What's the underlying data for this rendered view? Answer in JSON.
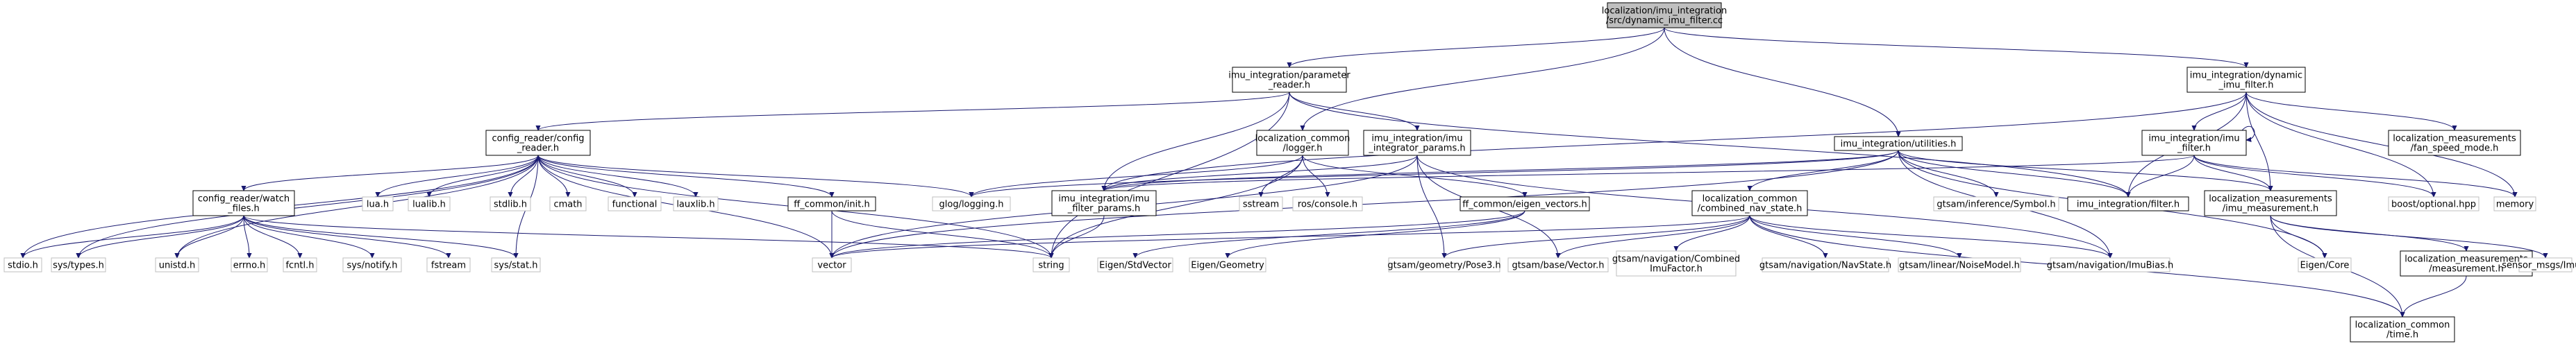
{
  "diagram": {
    "nodes": [
      {
        "id": "root",
        "lines": [
          "localization/imu_integration",
          "/src/dynamic_imu_filter.cc"
        ],
        "style": "grey"
      },
      {
        "id": "param_reader",
        "lines": [
          "imu_integration/parameter",
          "_reader.h"
        ],
        "style": "white"
      },
      {
        "id": "dyn_filter",
        "lines": [
          "imu_integration/dynamic",
          "_imu_filter.h"
        ],
        "style": "white"
      },
      {
        "id": "config_reader",
        "lines": [
          "config_reader/config",
          "_reader.h"
        ],
        "style": "white"
      },
      {
        "id": "logger",
        "lines": [
          "localization_common",
          "/logger.h"
        ],
        "style": "white"
      },
      {
        "id": "integrator_params",
        "lines": [
          "imu_integration/imu",
          "_integrator_params.h"
        ],
        "style": "white"
      },
      {
        "id": "utilities",
        "lines": [
          "imu_integration/utilities.h"
        ],
        "style": "white"
      },
      {
        "id": "imu_filter",
        "lines": [
          "imu_integration/imu",
          "_filter.h"
        ],
        "style": "white"
      },
      {
        "id": "fan_speed",
        "lines": [
          "localization_measurements",
          "/fan_speed_mode.h"
        ],
        "style": "white"
      },
      {
        "id": "watch_files",
        "lines": [
          "config_reader/watch",
          "_files.h"
        ],
        "style": "white"
      },
      {
        "id": "lua",
        "lines": [
          "lua.h"
        ],
        "style": "noline"
      },
      {
        "id": "lualib",
        "lines": [
          "lualib.h"
        ],
        "style": "noline"
      },
      {
        "id": "stdlib",
        "lines": [
          "stdlib.h"
        ],
        "style": "noline"
      },
      {
        "id": "cmath",
        "lines": [
          "cmath"
        ],
        "style": "noline"
      },
      {
        "id": "functional",
        "lines": [
          "functional"
        ],
        "style": "noline"
      },
      {
        "id": "lauxlib",
        "lines": [
          "lauxlib.h"
        ],
        "style": "noline"
      },
      {
        "id": "ff_init",
        "lines": [
          "ff_common/init.h"
        ],
        "style": "white"
      },
      {
        "id": "glog",
        "lines": [
          "glog/logging.h"
        ],
        "style": "noline"
      },
      {
        "id": "imu_filter_params",
        "lines": [
          "imu_integration/imu",
          "_filter_params.h"
        ],
        "style": "white"
      },
      {
        "id": "sstream",
        "lines": [
          "sstream"
        ],
        "style": "noline"
      },
      {
        "id": "ros_console",
        "lines": [
          "ros/console.h"
        ],
        "style": "noline"
      },
      {
        "id": "eigen_vectors",
        "lines": [
          "ff_common/eigen_vectors.h"
        ],
        "style": "white"
      },
      {
        "id": "combined_nav",
        "lines": [
          "localization_common",
          "/combined_nav_state.h"
        ],
        "style": "white"
      },
      {
        "id": "symbol",
        "lines": [
          "gtsam/inference/Symbol.h"
        ],
        "style": "noline"
      },
      {
        "id": "filter",
        "lines": [
          "imu_integration/filter.h"
        ],
        "style": "white"
      },
      {
        "id": "imu_measurement",
        "lines": [
          "localization_measurements",
          "/imu_measurement.h"
        ],
        "style": "white"
      },
      {
        "id": "boost_optional",
        "lines": [
          "boost/optional.hpp"
        ],
        "style": "noline"
      },
      {
        "id": "memory",
        "lines": [
          "memory"
        ],
        "style": "noline"
      },
      {
        "id": "stdio",
        "lines": [
          "stdio.h"
        ],
        "style": "noline"
      },
      {
        "id": "sys_types",
        "lines": [
          "sys/types.h"
        ],
        "style": "noline"
      },
      {
        "id": "unistd",
        "lines": [
          "unistd.h"
        ],
        "style": "noline"
      },
      {
        "id": "errno",
        "lines": [
          "errno.h"
        ],
        "style": "noline"
      },
      {
        "id": "fcntl",
        "lines": [
          "fcntl.h"
        ],
        "style": "noline"
      },
      {
        "id": "sys_notify",
        "lines": [
          "sys/notify.h"
        ],
        "style": "noline"
      },
      {
        "id": "fstream",
        "lines": [
          "fstream"
        ],
        "style": "noline"
      },
      {
        "id": "sys_stat",
        "lines": [
          "sys/stat.h"
        ],
        "style": "noline"
      },
      {
        "id": "vector",
        "lines": [
          "vector"
        ],
        "style": "noline"
      },
      {
        "id": "string",
        "lines": [
          "string"
        ],
        "style": "noline"
      },
      {
        "id": "eigen_stdvector",
        "lines": [
          "Eigen/StdVector"
        ],
        "style": "noline"
      },
      {
        "id": "eigen_geometry",
        "lines": [
          "Eigen/Geometry"
        ],
        "style": "noline"
      },
      {
        "id": "pose3",
        "lines": [
          "gtsam/geometry/Pose3.h"
        ],
        "style": "noline"
      },
      {
        "id": "base_vector",
        "lines": [
          "gtsam/base/Vector.h"
        ],
        "style": "noline"
      },
      {
        "id": "combined_imu",
        "lines": [
          "gtsam/navigation/Combined",
          "ImuFactor.h"
        ],
        "style": "noline"
      },
      {
        "id": "navstate",
        "lines": [
          "gtsam/navigation/NavState.h"
        ],
        "style": "noline"
      },
      {
        "id": "noise_model",
        "lines": [
          "gtsam/linear/NoiseModel.h"
        ],
        "style": "noline"
      },
      {
        "id": "imu_bias",
        "lines": [
          "gtsam/navigation/ImuBias.h"
        ],
        "style": "noline"
      },
      {
        "id": "eigen_core",
        "lines": [
          "Eigen/Core"
        ],
        "style": "noline"
      },
      {
        "id": "lm_measurement",
        "lines": [
          "localization_measurements",
          "/measurement.h"
        ],
        "style": "white"
      },
      {
        "id": "sensor_imu",
        "lines": [
          "sensor_msgs/Imu.h"
        ],
        "style": "noline"
      },
      {
        "id": "lc_time",
        "lines": [
          "localization_common",
          "/time.h"
        ],
        "style": "white"
      }
    ],
    "edges": [
      [
        "root",
        "param_reader"
      ],
      [
        "root",
        "dyn_filter"
      ],
      [
        "root",
        "logger"
      ],
      [
        "root",
        "utilities"
      ],
      [
        "param_reader",
        "config_reader"
      ],
      [
        "param_reader",
        "integrator_params"
      ],
      [
        "param_reader",
        "imu_filter_params"
      ],
      [
        "param_reader",
        "filter"
      ],
      [
        "param_reader",
        "string"
      ],
      [
        "dyn_filter",
        "imu_filter"
      ],
      [
        "dyn_filter",
        "fan_speed"
      ],
      [
        "dyn_filter",
        "imu_measurement"
      ],
      [
        "dyn_filter",
        "filter"
      ],
      [
        "dyn_filter",
        "imu_filter_params"
      ],
      [
        "dyn_filter",
        "boost_optional"
      ],
      [
        "dyn_filter",
        "memory"
      ],
      [
        "config_reader",
        "watch_files"
      ],
      [
        "config_reader",
        "lua"
      ],
      [
        "config_reader",
        "lualib"
      ],
      [
        "config_reader",
        "stdlib"
      ],
      [
        "config_reader",
        "cmath"
      ],
      [
        "config_reader",
        "functional"
      ],
      [
        "config_reader",
        "lauxlib"
      ],
      [
        "config_reader",
        "ff_init"
      ],
      [
        "config_reader",
        "glog"
      ],
      [
        "config_reader",
        "stdio"
      ],
      [
        "config_reader",
        "sys_types"
      ],
      [
        "config_reader",
        "unistd"
      ],
      [
        "config_reader",
        "sys_stat"
      ],
      [
        "config_reader",
        "vector"
      ],
      [
        "config_reader",
        "string"
      ],
      [
        "watch_files",
        "stdio"
      ],
      [
        "watch_files",
        "sys_types"
      ],
      [
        "watch_files",
        "unistd"
      ],
      [
        "watch_files",
        "errno"
      ],
      [
        "watch_files",
        "fcntl"
      ],
      [
        "watch_files",
        "sys_notify"
      ],
      [
        "watch_files",
        "fstream"
      ],
      [
        "watch_files",
        "sys_stat"
      ],
      [
        "watch_files",
        "string"
      ],
      [
        "ff_init",
        "vector"
      ],
      [
        "ff_init",
        "string"
      ],
      [
        "logger",
        "glog"
      ],
      [
        "logger",
        "sstream"
      ],
      [
        "logger",
        "ros_console"
      ],
      [
        "logger",
        "string"
      ],
      [
        "logger",
        "eigen_vectors"
      ],
      [
        "integrator_params",
        "imu_filter_params"
      ],
      [
        "integrator_params",
        "pose3"
      ],
      [
        "integrator_params",
        "base_vector"
      ],
      [
        "integrator_params",
        "imu_bias"
      ],
      [
        "integrator_params",
        "vector"
      ],
      [
        "imu_filter_params",
        "string"
      ],
      [
        "eigen_vectors",
        "eigen_stdvector"
      ],
      [
        "eigen_vectors",
        "eigen_geometry"
      ],
      [
        "eigen_vectors",
        "vector"
      ],
      [
        "utilities",
        "combined_nav"
      ],
      [
        "utilities",
        "symbol"
      ],
      [
        "utilities",
        "filter"
      ],
      [
        "utilities",
        "imu_measurement"
      ],
      [
        "utilities",
        "imu_bias"
      ],
      [
        "utilities",
        "eigen_core"
      ],
      [
        "utilities",
        "imu_filter_params"
      ],
      [
        "utilities",
        "glog"
      ],
      [
        "utilities",
        "vector"
      ],
      [
        "combined_nav",
        "pose3"
      ],
      [
        "combined_nav",
        "base_vector"
      ],
      [
        "combined_nav",
        "combined_imu"
      ],
      [
        "combined_nav",
        "navstate"
      ],
      [
        "combined_nav",
        "noise_model"
      ],
      [
        "combined_nav",
        "imu_bias"
      ],
      [
        "combined_nav",
        "lc_time"
      ],
      [
        "combined_nav",
        "vector"
      ],
      [
        "imu_filter",
        "imu_filter"
      ],
      [
        "imu_filter",
        "filter"
      ],
      [
        "imu_filter",
        "imu_measurement"
      ],
      [
        "imu_filter",
        "boost_optional"
      ],
      [
        "imu_filter",
        "memory"
      ],
      [
        "imu_filter",
        "imu_filter_params"
      ],
      [
        "imu_measurement",
        "lm_measurement"
      ],
      [
        "imu_measurement",
        "eigen_core"
      ],
      [
        "imu_measurement",
        "sensor_imu"
      ],
      [
        "imu_measurement",
        "lc_time"
      ],
      [
        "lm_measurement",
        "lc_time"
      ]
    ]
  }
}
